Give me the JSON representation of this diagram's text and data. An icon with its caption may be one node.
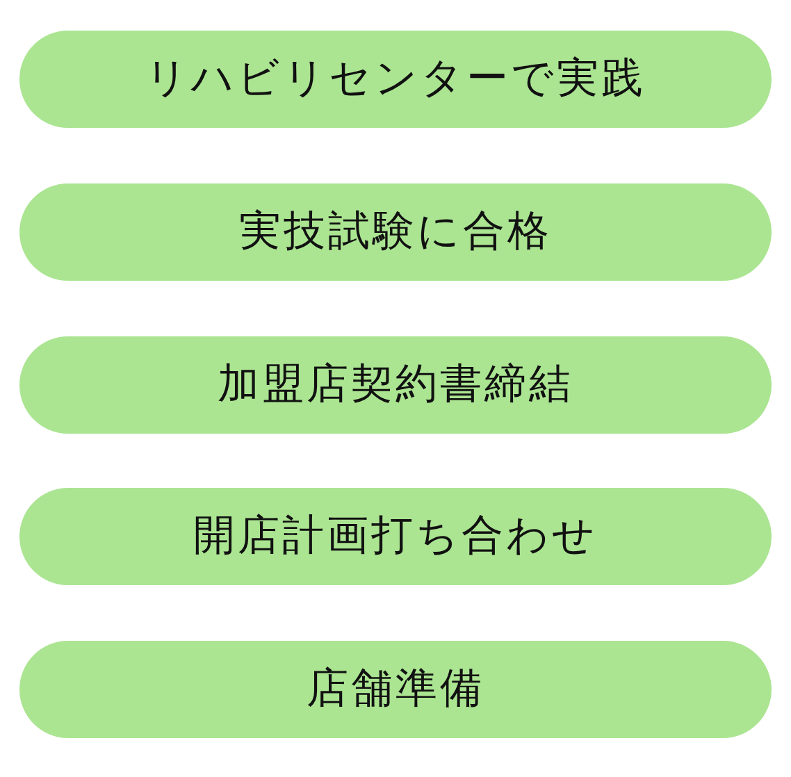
{
  "diagram": {
    "nodes": [
      {
        "text": [
          "リハビリセンターで実践"
        ]
      },
      {
        "text": [
          "実技試験に合格"
        ]
      },
      {
        "text": [
          "加盟店契約書締結"
        ]
      },
      {
        "text": [
          "開店計画打ち合わせ"
        ]
      },
      {
        "text": [
          "店舗準備"
        ]
      }
    ]
  }
}
